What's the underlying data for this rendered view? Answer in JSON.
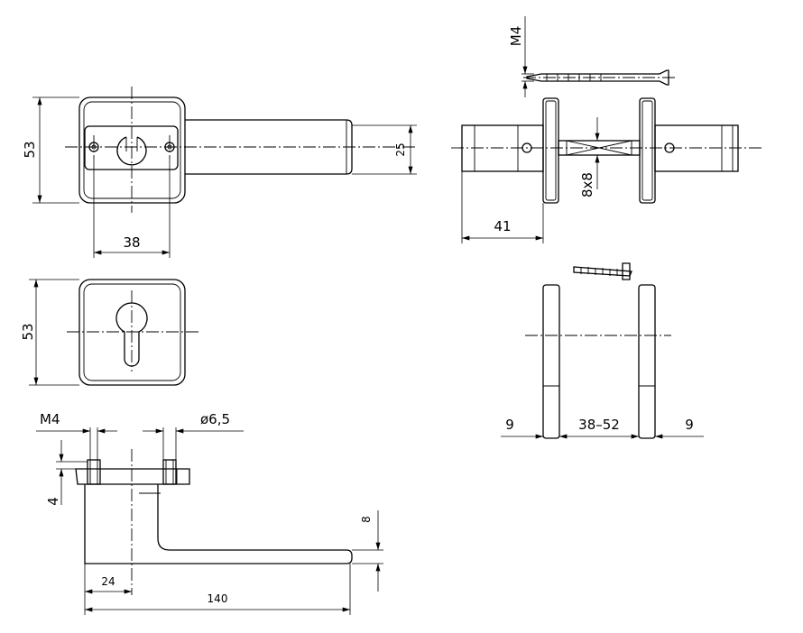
{
  "dimensions": {
    "rose_height_top": "53",
    "handle_grip_height": "25",
    "screw_spacing": "38",
    "rose_height_bottom": "53",
    "thread_top": "M4",
    "thread_side": "M4",
    "hole_diameter": "ø6,5",
    "rose_thickness": "4",
    "grip_thickness": "8",
    "handle_offset": "24",
    "handle_length": "140",
    "rose_depth": "41",
    "spindle_size": "8x8",
    "left_rose_thickness": "9",
    "door_thickness_range": "38–52",
    "right_rose_thickness": "9"
  }
}
